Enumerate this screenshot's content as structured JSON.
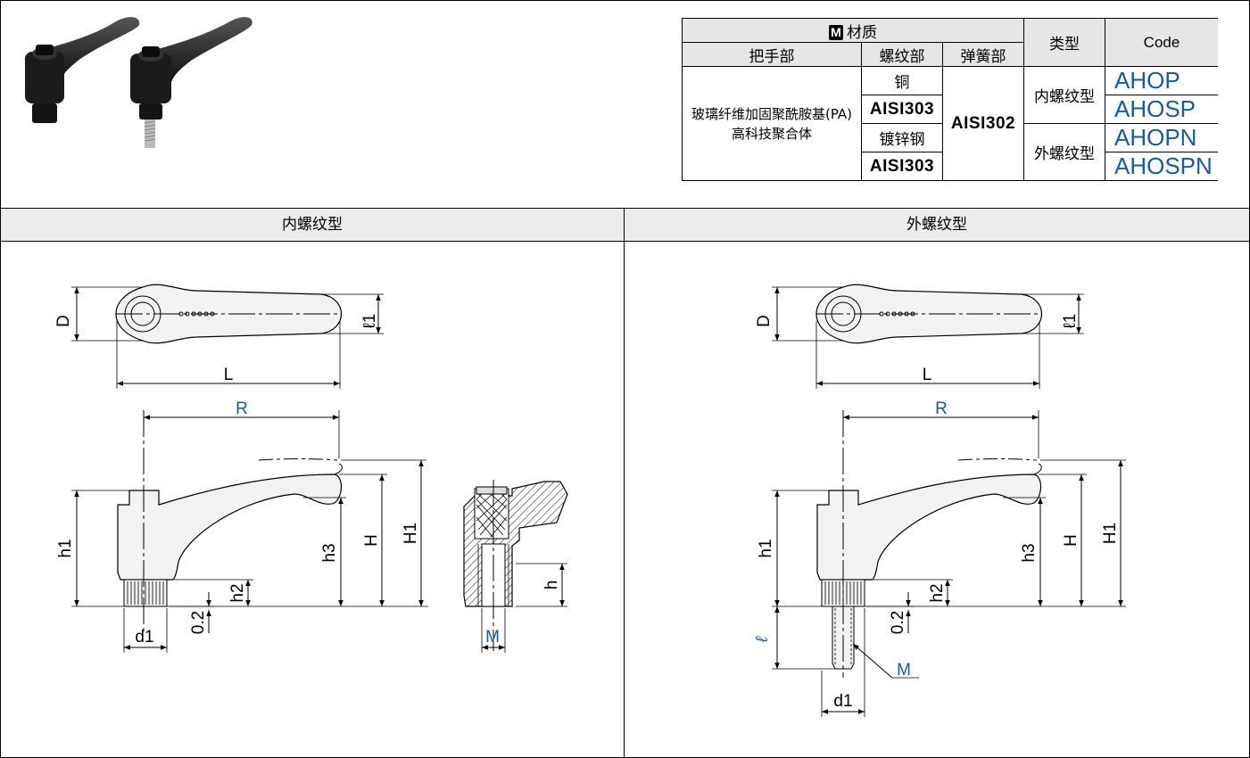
{
  "material_table": {
    "material_header": "材质",
    "material_badge": "M",
    "col_handle": "把手部",
    "col_thread": "螺纹部",
    "col_spring": "弹簧部",
    "col_type": "类型",
    "col_code": "Code",
    "handle_material_line1": "玻璃纤维加固聚酰胺基(PA)",
    "handle_material_line2": "高科技聚合体",
    "thread_materials": [
      "铜",
      "AISI303",
      "镀锌钢",
      "AISI303"
    ],
    "spring_material": "AISI302",
    "type_internal": "内螺纹型",
    "type_external": "外螺纹型",
    "codes": [
      "AHOP",
      "AHOSP",
      "AHOPN",
      "AHOSPN"
    ]
  },
  "sections": {
    "left_title": "内螺纹型",
    "right_title": "外螺纹型"
  },
  "labels": {
    "D": "D",
    "l1": "ℓ1",
    "L": "L",
    "R": "R",
    "h1": "h1",
    "h2": "h2",
    "h3": "h3",
    "H": "H",
    "H1": "H1",
    "h": "h",
    "d1": "d1",
    "gap": "0.2",
    "M": "M",
    "l": "ℓ"
  },
  "colors": {
    "blue_label": "#1a5aa0",
    "header_bg": "#ececec"
  }
}
